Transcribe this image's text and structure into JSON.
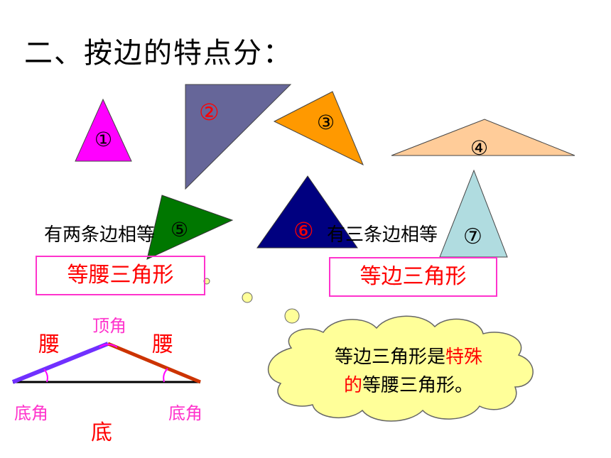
{
  "title": "二、按边的特点分：",
  "triangles": [
    {
      "num": "①",
      "color": "#ff00ff"
    },
    {
      "num": "②",
      "color": "#666699"
    },
    {
      "num": "③",
      "color": "#ff9900"
    },
    {
      "num": "④",
      "color": "#ffcc99"
    },
    {
      "num": "⑤",
      "color": "#007700"
    },
    {
      "num": "⑥",
      "color": "#000080"
    },
    {
      "num": "⑦",
      "color": "#b0dce0"
    }
  ],
  "left_caption": "有两条边相等",
  "right_caption": "有三条边相等",
  "isosceles_label": "等腰三角形",
  "equilateral_label": "等边三角形",
  "diagram": {
    "apex": "顶角",
    "leg_left": "腰",
    "leg_right": "腰",
    "base_angle_left": "底角",
    "base_angle_right": "底角",
    "base": "底"
  },
  "cloud": {
    "line1_a": "等边三角形是",
    "line1_b": "特殊",
    "line2_a": "的",
    "line2_b": "等腰三角形。"
  }
}
